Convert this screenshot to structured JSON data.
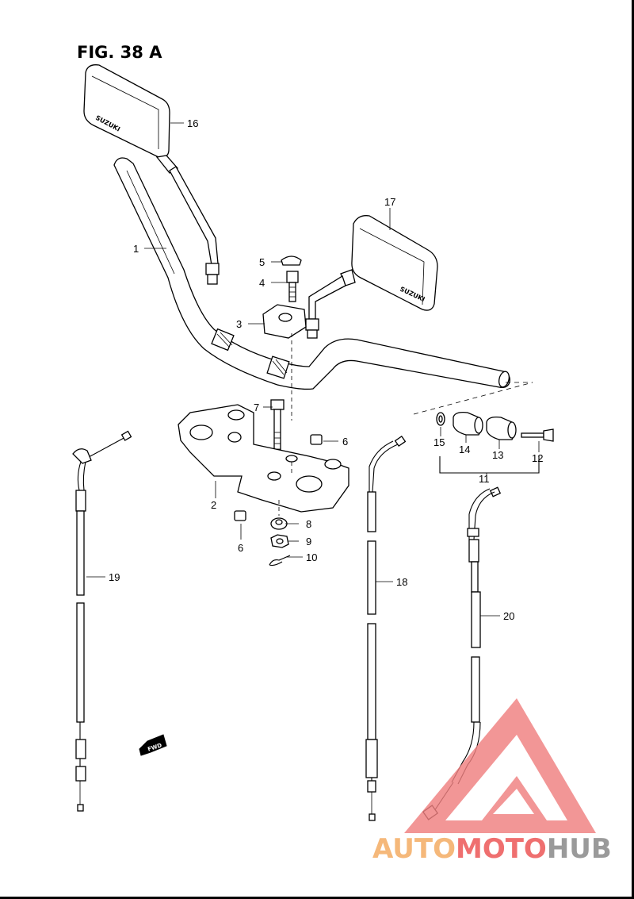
{
  "figure": {
    "title": "FIG. 38 A"
  },
  "brand_labels": {
    "left_mirror": "SUZUKI",
    "right_mirror": "SUZUKI"
  },
  "fwd_badge": "FWD",
  "callouts": {
    "c1": "1",
    "c2": "2",
    "c3": "3",
    "c4": "4",
    "c5": "5",
    "c6a": "6",
    "c6b": "6",
    "c7": "7",
    "c8": "8",
    "c9": "9",
    "c10": "10",
    "c11": "11",
    "c12": "12",
    "c13": "13",
    "c14": "14",
    "c15": "15",
    "c16": "16",
    "c17": "17",
    "c18": "18",
    "c19": "19",
    "c20": "20"
  },
  "watermark": {
    "part1": "AUTO",
    "part2": "MOTO",
    "part3": "HUB",
    "color_a": "#f5b87a",
    "color_b": "#ef6f6f",
    "color_c": "#9a9a9a",
    "logo_color": "#f08080"
  }
}
